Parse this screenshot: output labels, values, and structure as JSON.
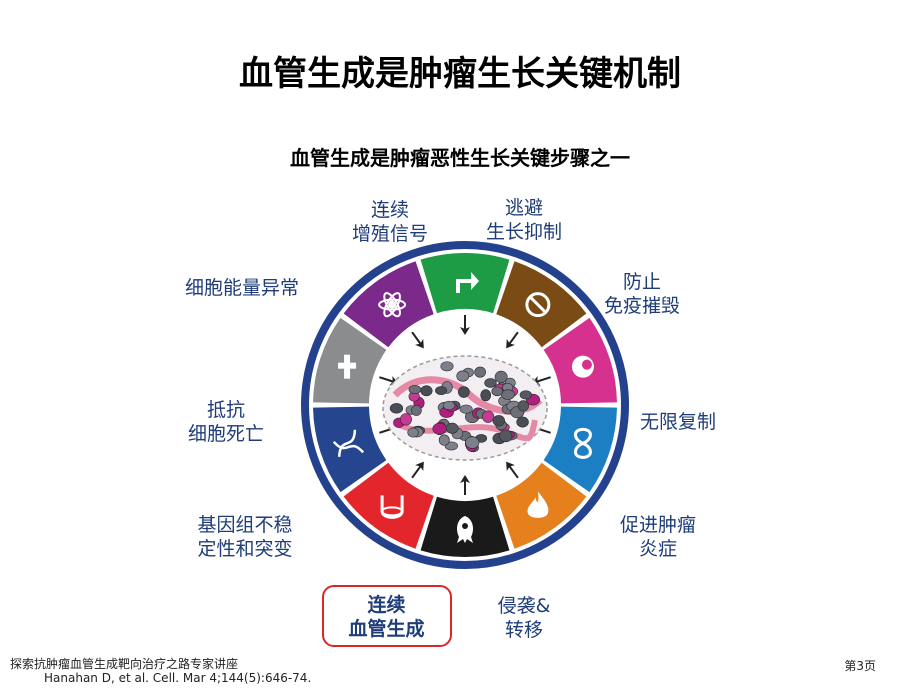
{
  "title": "血管生成是肿瘤生长关键机制",
  "subtitle": "血管生成是肿瘤恶性生长关键步骤之一",
  "hallmarks": [
    {
      "lines": [
        "连续",
        "增殖信号"
      ],
      "color": "#1e9b45",
      "icon": "arrow-icon"
    },
    {
      "lines": [
        "逃避",
        "生长抑制"
      ],
      "color": "#7a4b14",
      "icon": "prohibited-icon"
    },
    {
      "lines": [
        "防止",
        "免疫摧毁"
      ],
      "color": "#d6318f",
      "icon": "immune-cell-icon"
    },
    {
      "lines": [
        "无限复制"
      ],
      "color": "#1c7fc4",
      "icon": "infinity-icon"
    },
    {
      "lines": [
        "促进肿瘤",
        "炎症"
      ],
      "color": "#e5801c",
      "icon": "flame-icon"
    },
    {
      "lines": [
        "侵袭&",
        "转移"
      ],
      "color": "#1a1a1a",
      "icon": "invasive-cell-icon"
    },
    {
      "lines": [
        "连续",
        "血管生成"
      ],
      "color": "#e3262c",
      "icon": "vessel-icon",
      "highlighted": true
    },
    {
      "lines": [
        "基因组不稳",
        "定性和突变"
      ],
      "color": "#26458f",
      "icon": "dna-icon"
    },
    {
      "lines": [
        "抵抗",
        "细胞死亡"
      ],
      "color": "#8a8c8e",
      "icon": "cross-icon"
    },
    {
      "lines": [
        "细胞能量异常"
      ],
      "color": "#7b2a8c",
      "icon": "atom-icon"
    }
  ],
  "ring_color": "#24418e",
  "footer": {
    "lecture": "探索抗肿瘤血管生成靶向治疗之路专家讲座",
    "reference": "Hanahan D, et al. Cell.  Mar 4;144(5):646-74.",
    "page": "第3页"
  }
}
